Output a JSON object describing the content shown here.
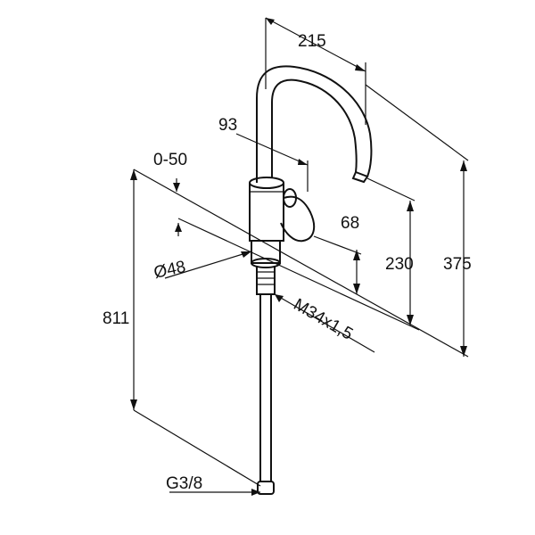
{
  "dimensions": {
    "width_215": "215",
    "offset_93": "93",
    "range_0_50": "0-50",
    "height_68": "68",
    "height_230": "230",
    "height_375": "375",
    "diameter_48": "Ø48",
    "length_811": "811",
    "thread_m34": "M34x1,5",
    "connection_g38": "G3/8"
  }
}
